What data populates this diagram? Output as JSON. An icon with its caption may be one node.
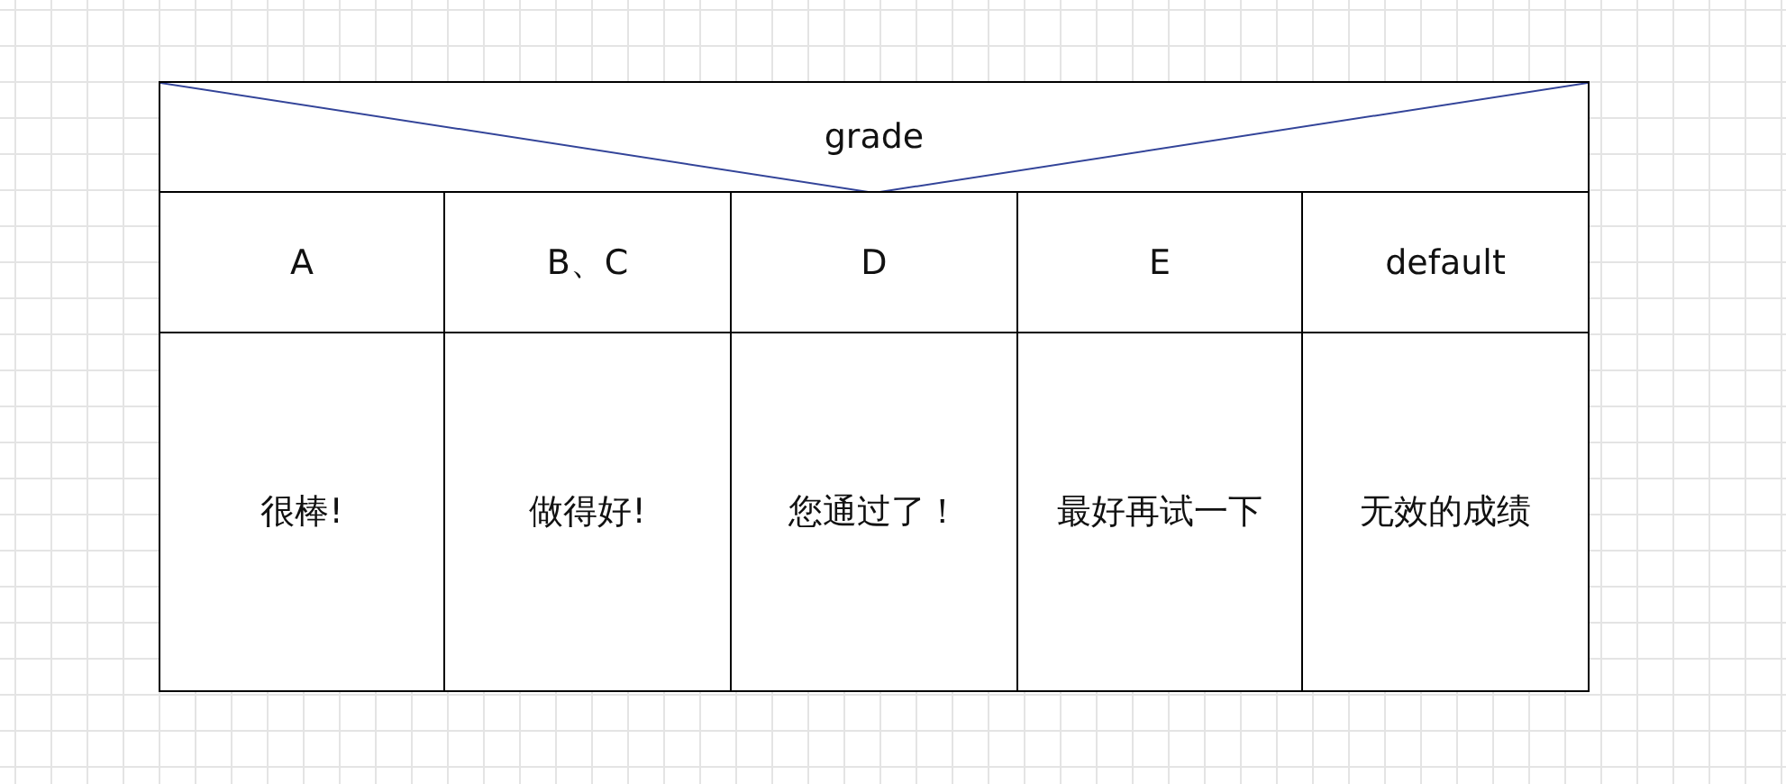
{
  "diagram": {
    "nodes": [
      {
        "text": [
          "grade"
        ]
      },
      {
        "text": [
          "A"
        ]
      },
      {
        "text": [
          "B、C"
        ]
      },
      {
        "text": [
          "D"
        ]
      },
      {
        "text": [
          "E"
        ]
      },
      {
        "text": [
          "default"
        ]
      },
      {
        "text": [
          "很棒!"
        ]
      },
      {
        "text": [
          "做得好!"
        ]
      },
      {
        "text": [
          "您通过了！"
        ]
      },
      {
        "text": [
          "最好再试一下"
        ]
      },
      {
        "text": [
          "无效的成绩"
        ]
      }
    ],
    "edges": []
  }
}
